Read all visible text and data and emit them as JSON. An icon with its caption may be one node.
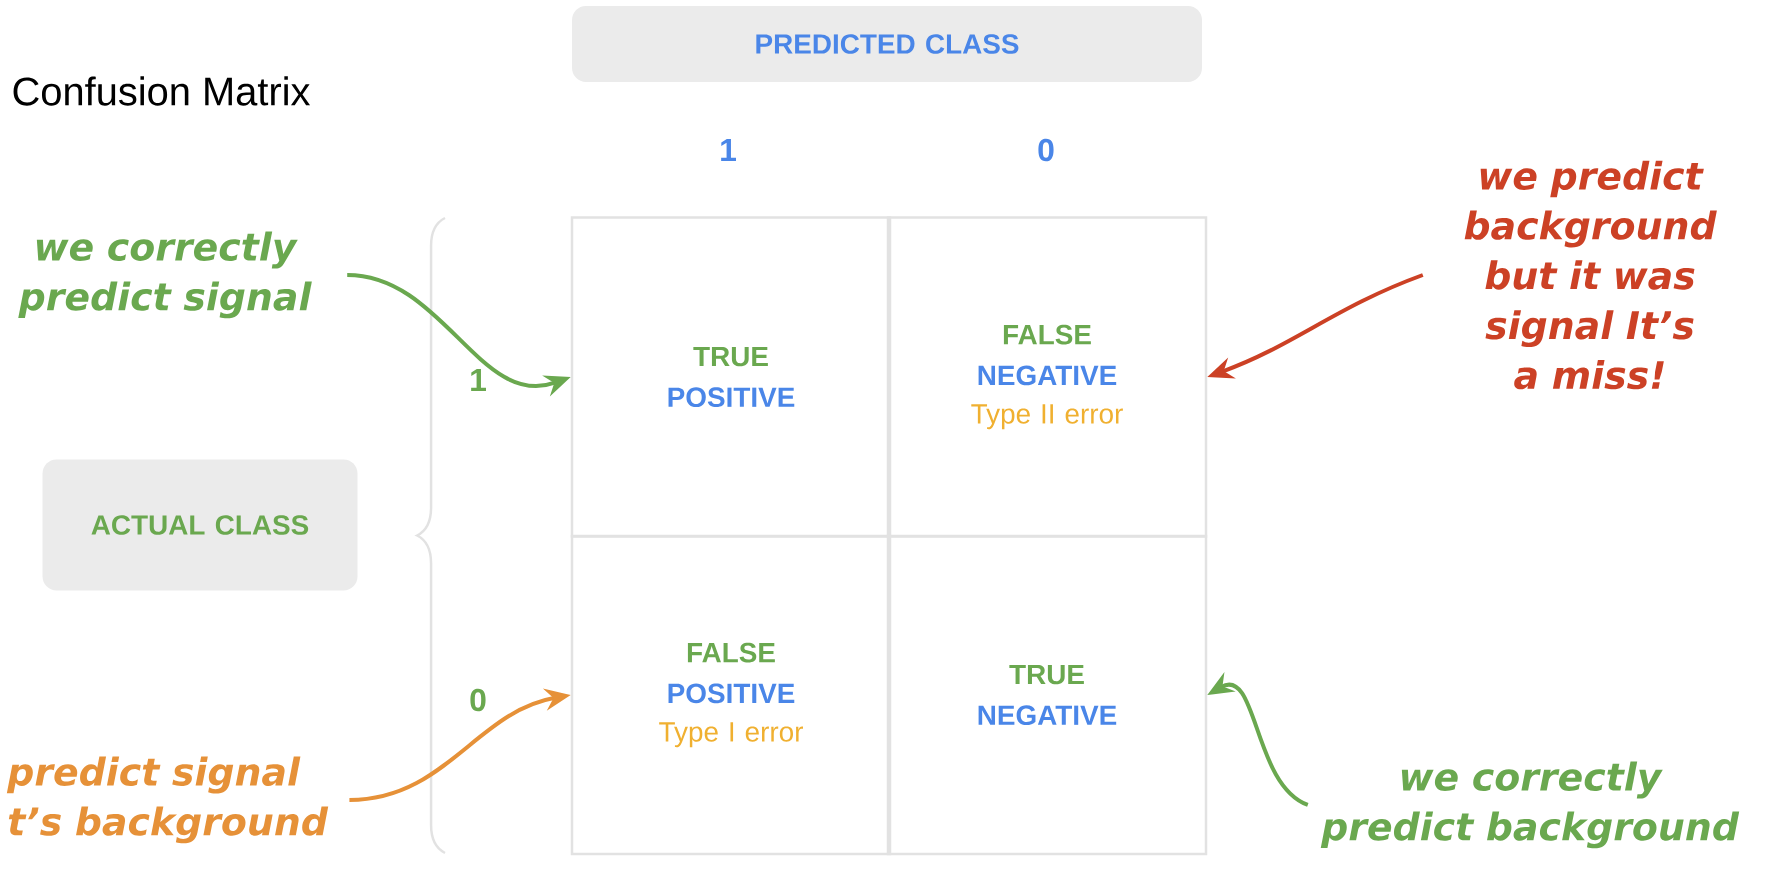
{
  "diagram": {
    "title": "Confusion Matrix",
    "nodes": [
      {
        "text": [
          "PREDICTED CLASS"
        ]
      },
      {
        "text": [
          "ACTUAL CLASS"
        ]
      },
      {
        "text": [
          "TRUE",
          "POSITIVE"
        ]
      },
      {
        "text": [
          "FALSE",
          "NEGATIVE",
          "Type II error"
        ]
      },
      {
        "text": [
          "FALSE",
          "POSITIVE",
          "Type I error"
        ]
      },
      {
        "text": [
          "TRUE",
          "NEGATIVE"
        ]
      },
      {
        "text": [
          "we correctly predict signal"
        ]
      },
      {
        "text": [
          "we predict background but it was signal It’s a miss!"
        ]
      },
      {
        "text": [
          "predict signal t’s background"
        ]
      },
      {
        "text": [
          "we correctly predict background"
        ]
      }
    ],
    "edges": [
      {
        "from": 6,
        "to": 2,
        "arrow": "to",
        "color": "#6aa84f"
      },
      {
        "from": 7,
        "to": 3,
        "arrow": "to",
        "color": "#cc4125"
      },
      {
        "from": 8,
        "to": 4,
        "arrow": "to",
        "color": "#e69138"
      },
      {
        "from": 9,
        "to": 5,
        "arrow": "to",
        "color": "#6aa84f"
      }
    ],
    "labels": [
      "1",
      "0",
      "1",
      "0"
    ]
  }
}
